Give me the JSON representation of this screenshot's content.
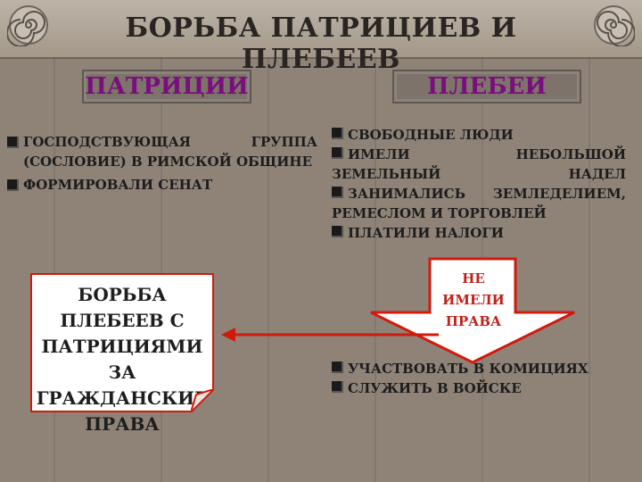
{
  "title": "БОРЬБА ПАТРИЦИЕВ И ПЛЕБЕЕВ",
  "patricians": {
    "label": "ПАТРИЦИИ",
    "items": [
      "ГОСПОДСТВУЮЩАЯ ГРУППА (СОСЛОВИЕ) В РИМСКОЙ ОБЩИНЕ",
      "ФОРМИРОВАЛИ СЕНАТ"
    ]
  },
  "plebeians": {
    "label": "ПЛЕБЕИ",
    "items": [
      "СВОБОДНЫЕ ЛЮДИ",
      "ИМЕЛИ НЕБОЛЬШОЙ ЗЕМЕЛЬНЫЙ НАДЕЛ",
      "ЗАНИМАЛИСЬ ЗЕМЛЕДЕЛИЕМ, РЕМЕСЛОМ И ТОРГОВЛЕЙ",
      "ПЛАТИЛИ НАЛОГИ"
    ]
  },
  "arrow_label": "НЕ ИМЕЛИ ПРАВА",
  "no_rights": [
    "УЧАСТВОВАТЬ В КОМИЦИЯХ",
    "СЛУЖИТЬ В ВОЙСКЕ"
  ],
  "struggle_note": "БОРЬБА ПЛЕБЕЕВ С ПАТРИЦИЯМИ ЗА ГРАЖДАНСКИЕ ПРАВА",
  "colors": {
    "background": "#8f8378",
    "label_text": "#7a0e7e",
    "arrow_red": "#d21a0c",
    "arrow_fill": "#ffffff"
  }
}
